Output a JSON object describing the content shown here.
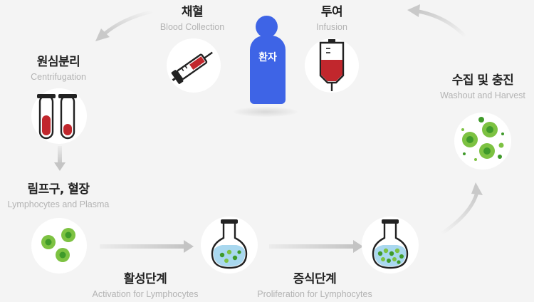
{
  "patient": {
    "label": "환자",
    "color": "#3e64e6"
  },
  "steps": {
    "blood_collection": {
      "ko": "채혈",
      "en": "Blood Collection"
    },
    "infusion": {
      "ko": "투여",
      "en": "Infusion"
    },
    "centrifugation": {
      "ko": "원심분리",
      "en": "Centrifugation"
    },
    "washout": {
      "ko": "수집 및 충진",
      "en": "Washout and Harvest"
    },
    "lymphocytes": {
      "ko": "림프구, 혈장",
      "en": "Lymphocytes and Plasma"
    },
    "activation": {
      "ko": "활성단계",
      "en": "Activation for Lymphocytes"
    },
    "proliferation": {
      "ko": "증식단계",
      "en": "Proliferation for Lymphocytes"
    }
  },
  "icons": {
    "syringe": "syringe-icon",
    "blood_bag": "blood-bag-icon",
    "test_tubes": "test-tubes-icon",
    "cells": "cells-icon",
    "flask": "flask-icon"
  },
  "colors": {
    "blood": "#c1272d",
    "cell_green": "#7dc242",
    "cell_dark": "#3f9a2a",
    "flask_liquid": "#a9d8ef",
    "arrow": "#cfcfcf"
  }
}
